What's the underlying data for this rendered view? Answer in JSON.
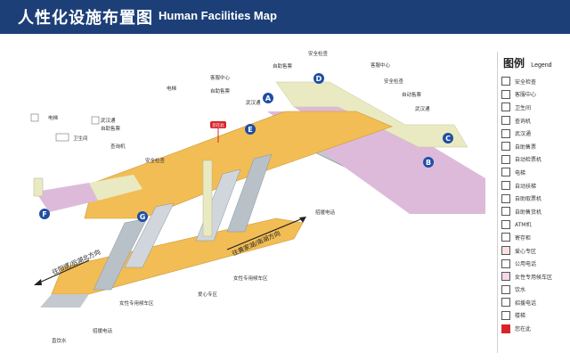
{
  "header": {
    "title_cn": "人性化设施布置图",
    "title_en": "Human Facilities Map"
  },
  "legend": {
    "title_cn": "图例",
    "title_en": "Legend",
    "items": [
      {
        "label": "安全检查",
        "icon": "security-check-icon"
      },
      {
        "label": "客服中心",
        "icon": "customer-service-icon"
      },
      {
        "label": "卫生间",
        "icon": "washroom-icon"
      },
      {
        "label": "查询机",
        "icon": "inquiry-machine-icon"
      },
      {
        "label": "武汉通",
        "icon": "wuhantong-card-icon"
      },
      {
        "label": "自助售票",
        "icon": "ticket-vending-icon"
      },
      {
        "label": "自动检票机",
        "icon": "ticket-gate-icon"
      },
      {
        "label": "电梯",
        "icon": "elevator-icon"
      },
      {
        "label": "自动扶梯",
        "icon": "escalator-icon"
      },
      {
        "label": "自助取票机",
        "icon": "ticket-collection-icon"
      },
      {
        "label": "自助售货机",
        "icon": "vending-machine-icon"
      },
      {
        "label": "ATM机",
        "icon": "atm-icon"
      },
      {
        "label": "寄存柜",
        "icon": "locker-icon"
      },
      {
        "label": "爱心专区",
        "icon": "love-zone-icon"
      },
      {
        "label": "公用电话",
        "icon": "public-phone-icon"
      },
      {
        "label": "女性专用候车区",
        "icon": "women-waiting-icon"
      },
      {
        "label": "饮水",
        "icon": "drinking-water-icon"
      },
      {
        "label": "招援电话",
        "icon": "help-phone-icon"
      },
      {
        "label": "楼梯",
        "icon": "stairs-icon"
      },
      {
        "label": "您在此",
        "icon": "you-are-here-icon"
      }
    ]
  },
  "map": {
    "exits": [
      "A",
      "B",
      "C",
      "D",
      "E",
      "F",
      "G"
    ],
    "labels": {
      "elevator_f": "电梯",
      "wuhantong_left": "武汉通",
      "ticketing_left": "自助售票",
      "washroom": "卫生间",
      "inquiry_left": "查询机",
      "security_left": "安全检查",
      "elevator_mid": "电梯",
      "customer_service": "客服中心",
      "ticketing_mid": "自助售票",
      "wuhantong_mid": "武汉通",
      "ticketing_top": "自助售票",
      "security_top": "安全检查",
      "customer_service_right": "客服中心",
      "security_right": "安全检查",
      "ticketing_right": "自动售票",
      "wuhantong_right": "武汉通",
      "help_phone_platform": "招援电话",
      "women_waiting_right": "女性专用候车区",
      "love_zone": "爱心专区",
      "women_waiting_left": "女性专用候车区",
      "drinking_water": "直饮水",
      "help_phone_left": "招援电话",
      "you_are_here": "您在此",
      "direction_left": "往阳逻/后湖北方向",
      "direction_right": "往黄家湖/南湖方向"
    }
  },
  "colors": {
    "header_bg": "#1d3f78",
    "concourse": "#f2bd55",
    "platform_paid": "#ddbada",
    "concourse_free": "#e9eac2",
    "exit_badge": "#1f4ea3",
    "you_are_here": "#d8252b"
  }
}
